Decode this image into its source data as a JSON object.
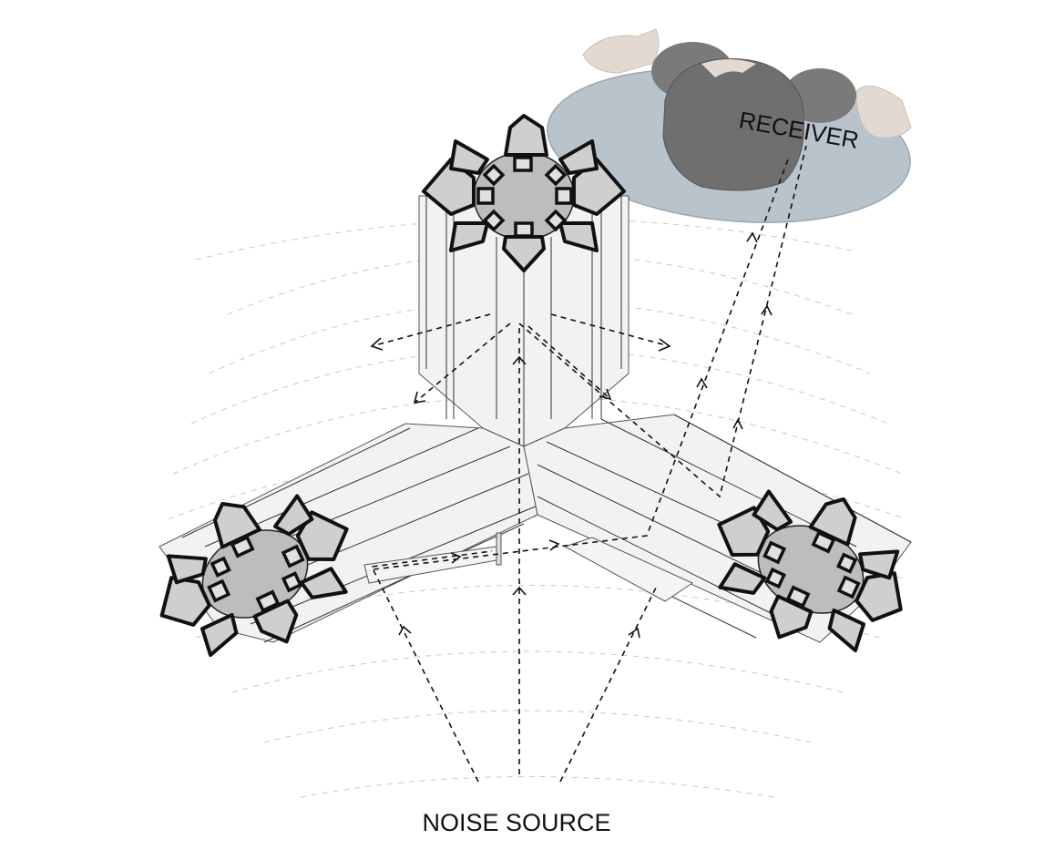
{
  "labels": {
    "receiver": "RECEIVER",
    "noise_source": "NOISE SOURCE"
  },
  "colors": {
    "receiver_blob": "#b9c3cc",
    "head": "#7a7a7a",
    "skin": "#e2d9d2",
    "petal_fill": "#cfcfcf",
    "stroke": "#111111",
    "wave": "#c8c8c8"
  },
  "icons": {
    "receiver": "person-top-view",
    "module": "star-flower-module"
  }
}
